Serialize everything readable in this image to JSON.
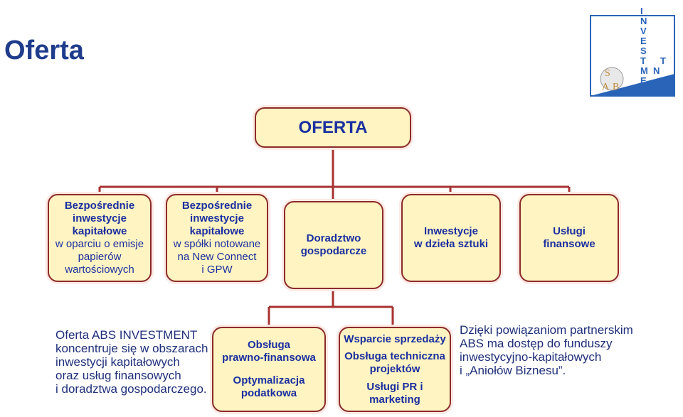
{
  "page": {
    "title": "Oferta"
  },
  "logo": {
    "brand": "INVESTMENT",
    "monogram": "S AB"
  },
  "root": {
    "label": "OFERTA"
  },
  "offers": [
    {
      "title": "Bezpośrednie\ninwestycje\nkapitałowe",
      "sub": "w oparciu o emisje\npapierów\nwartościowych"
    },
    {
      "title": "Bezpośrednie\ninwestycje\nkapitałowe",
      "sub": "w spółki notowane\nna New Connect\ni GPW"
    },
    {
      "title": "Doradztwo\ngospodarcze",
      "sub": ""
    },
    {
      "title": "Inwestycje\nw dzieła sztuki",
      "sub": ""
    },
    {
      "title": "Usługi\nfinansowe",
      "sub": ""
    }
  ],
  "sub_services": [
    {
      "lines": [
        "Obsługa\nprawno-finansowa",
        "Optymalizacja\npodatkowa"
      ]
    },
    {
      "lines": [
        "Wsparcie sprzedaży",
        "Obsługa techniczna\nprojektów",
        "Usługi PR i marketing"
      ]
    }
  ],
  "left_note": "Oferta ABS INVESTMENT\nkoncentruje się w obszarach\ninwestycji kapitałowych\noraz usług finansowych\ni doradztwa gospodarczego.",
  "right_note": "Dzięki powiązaniom partnerskim\nABS ma dostęp do funduszy\ninwestycyjno-kapitałowych\ni „Aniołów Biznesu”.",
  "colors": {
    "box_fill": "#fff4c2",
    "border": "#8b2b2b",
    "text": "#1a2fa0",
    "title": "#1f3c8c"
  }
}
